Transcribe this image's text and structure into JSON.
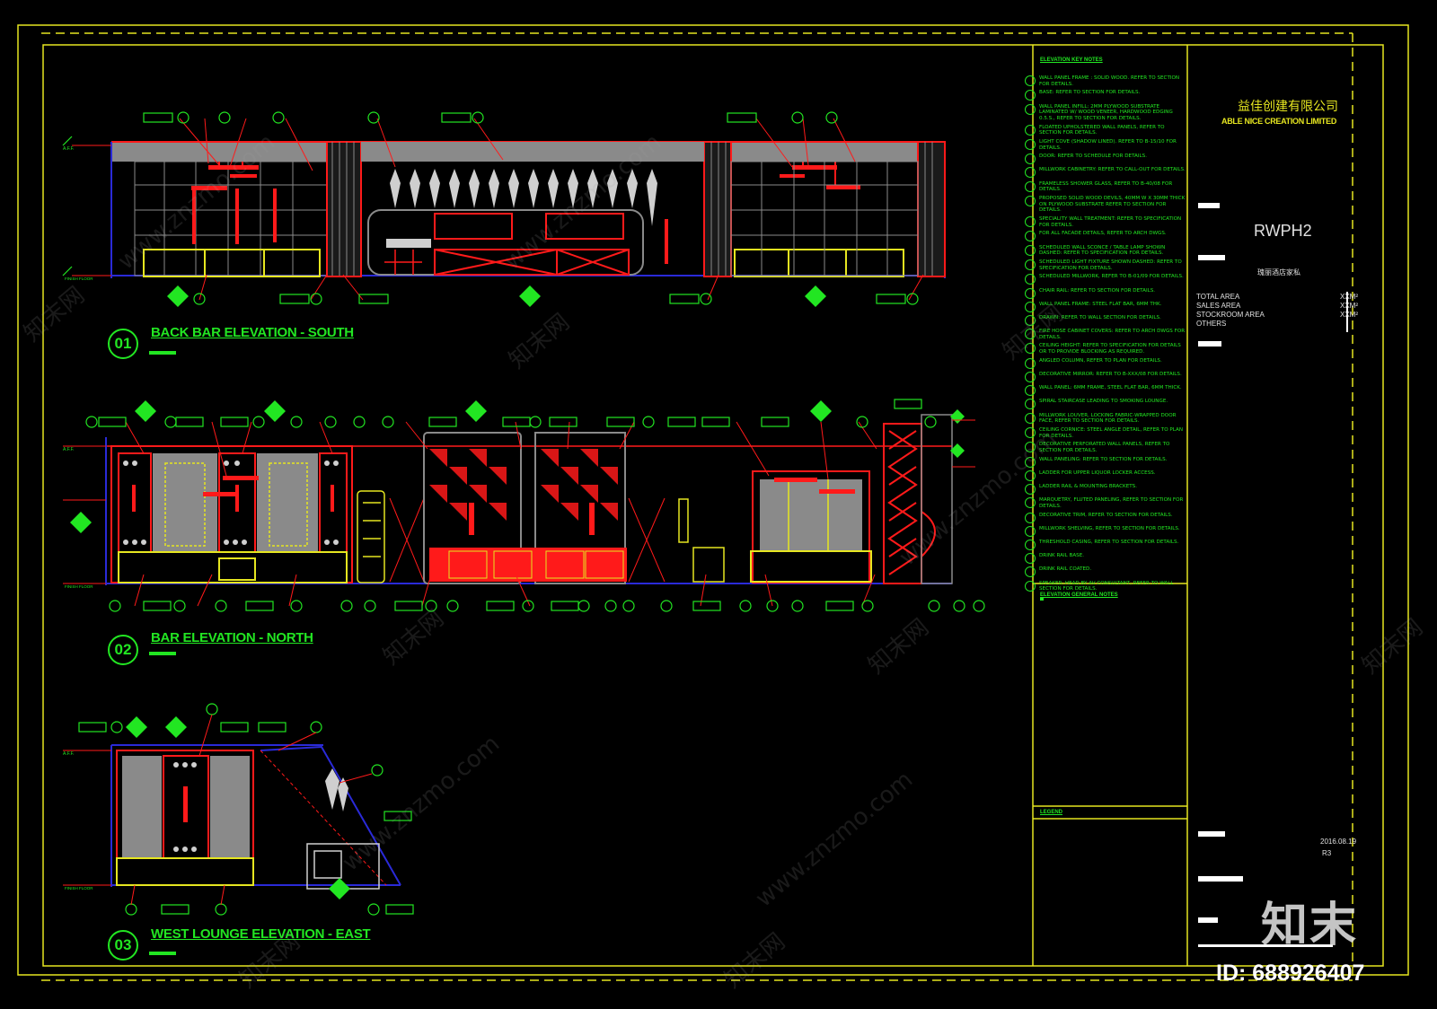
{
  "drawings": [
    {
      "number": "01",
      "title": "BACK BAR ELEVATION - SOUTH"
    },
    {
      "number": "02",
      "title": "BAR ELEVATION - NORTH"
    },
    {
      "number": "03",
      "title": "WEST LOUNGE ELEVATION - EAST"
    }
  ],
  "levels": {
    "aff": "A.F.F.",
    "finish_floor": "FINISH FLOOR"
  },
  "notes_title": "ELEVATION KEY NOTES",
  "notes": [
    "WALL PANEL FRAME : SOLID WOOD. REFER TO SECTION FOR DETAILS.",
    "BASE: REFER TO SECTION FOR DETAILS.",
    "WALL PANEL INFILL: 2MM PLYWOOD SUBSTRATE LAMINATED W/ WOOD VENEER, HARDWOOD EDGING 0.5.S., REFER TO SECTION FOR DETAILS.",
    "FLOATED UPHOLSTERED WALL PANELS, REFER TO SECTION FOR DETAILS.",
    "LIGHT COVE (SHADOW LINED). REFER TO B-15/10 FOR DETAILS.",
    "DOOR: REFER TO SCHEDULE FOR DETAILS.",
    "MILLWORK CABINETRY: REFER TO CALL-OUT FOR DETAILS.",
    "FRAMELESS SHOWER GLASS, REFER TO B-40/08 FOR DETAILS.",
    "PROPOSED SOLID WOOD DEVILS, 40MM W X 30MM THICK ON PLYWOOD SUBSTRATE REFER TO SECTION FOR DETAILS.",
    "SPECIALITY WALL TREATMENT: REFER TO SPECIFICATION FOR DETAILS.",
    "FOR ALL FACADE DETAILS, REFER TO ARCH DWGS.",
    "SCHEDULED WALL SCONCE / TABLE LAMP SHOWN DASHED: REFER TO SPECIFICATION FOR DETAILS.",
    "SCHEDULED LIGHT FIXTURE SHOWN DASHED: REFER TO SPECIFICATION FOR DETAILS.",
    "SCHEDULED MILLWORK, REFER TO B-01/09 FOR DETAILS.",
    "CHAIR RAIL: REFER TO SECTION FOR DETAILS.",
    "WALL PANEL FRAME: STEEL FLAT BAR, 6MM THK.",
    "DRAWN: REFER TO WALL SECTION FOR DETAILS.",
    "FIRE HOSE CABINET COVERS: REFER TO ARCH DWGS FOR DETAILS.",
    "CEILING HEIGHT: REFER TO SPECIFICATION FOR DETAILS OR TO PROVIDE BLOCKING AS REQUIRED.",
    "ANGLED COLUMN, REFER TO PLAN FOR DETAILS.",
    "DECORATIVE MIRROR: REFER TO B-XXX/08 FOR DETAILS.",
    "WALL PANEL: 6MM FRAME, STEEL FLAT BAR, 6MM THICK.",
    "SPIRAL STAIRCASE LEADING TO SMOKING LOUNGE.",
    "MILLWORK LOUVER, LOCKING FABRIC-WRAPPED DOOR FACE, REFER TO SECTION FOR DETAILS.",
    "CEILING CORNICE: STEEL ANGLE DETAIL, REFER TO PLAN FOR DETAILS.",
    "DECORATIVE PERFORATED WALL PANELS, REFER TO SECTION FOR DETAILS.",
    "WALL PANELING: REFER TO SECTION FOR DETAILS.",
    "LADDER FOR UPPER LIQUOR LOCKER ACCESS.",
    "LADDER RAIL & MOUNTING BRACKETS.",
    "MARQUETRY, FLUTED PANELING, REFER TO SECTION FOR DETAILS.",
    "DECORATIVE TRIM, REFER TO SECTION FOR DETAILS.",
    "MILLWORK SHELVING, REFER TO SECTION FOR DETAILS.",
    "THRESHOLD CASING, REFER TO SECTION FOR DETAILS.",
    "DRINK RAIL BASE.",
    "DRINK RAIL COATED.",
    "SPEAKER: HEAD BY AV CONSULTANT, REFER TO WALL SECTION FOR DETAILS."
  ],
  "general_notes_title": "ELEVATION GENERAL NOTES",
  "legend_title": "LEGEND",
  "company_cn": "益佳创建有限公司",
  "company_en": "ABLE NICE CREATION LIMITED",
  "project_code": "RWPH2",
  "project_cn": "瑰丽酒店家私",
  "areas": [
    {
      "label": "TOTAL AREA",
      "value": "XXM²"
    },
    {
      "label": "SALES AREA",
      "value": "XXM²"
    },
    {
      "label": "STOCKROOM AREA",
      "value": "XXM²"
    },
    {
      "label": "OTHERS",
      "value": ""
    }
  ],
  "date": "2016.08.19",
  "revision": "R3",
  "watermark": {
    "logo": "知末",
    "id": "ID: 688926407",
    "site": "www.znzmo.com",
    "cn": "知末网"
  },
  "colors": {
    "background": "#000000",
    "border": "#e6e620",
    "annotation": "#22e622",
    "accent": "#ff1a1a",
    "structure": "#2a2ad8",
    "fill": "#8a8a8a"
  }
}
